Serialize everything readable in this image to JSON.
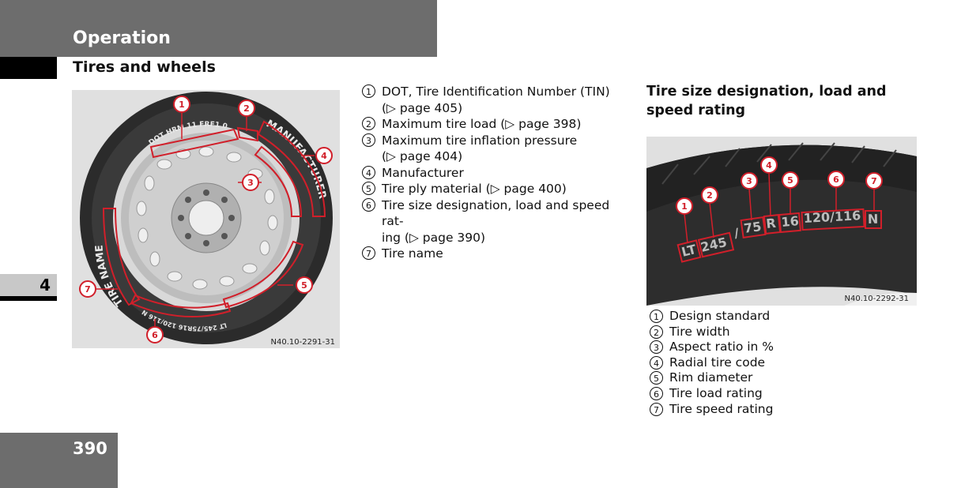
{
  "header": {
    "title": "Operation",
    "section_title": "Tires and wheels"
  },
  "chapter_tab": {
    "number": "4"
  },
  "footer": {
    "page_number": "390"
  },
  "figure_left": {
    "code": "N40.10-2291-31",
    "callouts": [
      "1",
      "2",
      "3",
      "4",
      "5",
      "6",
      "7"
    ],
    "sidewall_texts": {
      "dot": "DOT HRM 11 FRF1 0",
      "manufacturer": "MANUFACTURER",
      "tire_name": "TIRE NAME",
      "size": "LT 245/75R16 120/116 N"
    }
  },
  "left_list": [
    {
      "n": "1",
      "text": "DOT, Tire Identification Number (TIN)",
      "text2": "(▷ page 405)"
    },
    {
      "n": "2",
      "text": "Maximum tire load (▷ page 398)"
    },
    {
      "n": "3",
      "text": "Maximum tire inflation pressure",
      "text2": "(▷ page 404)"
    },
    {
      "n": "4",
      "text": "Manufacturer"
    },
    {
      "n": "5",
      "text": "Tire ply material (▷ page 400)"
    },
    {
      "n": "6",
      "text": "Tire size designation, load and speed rat-",
      "text2": "ing (▷ page 390)"
    },
    {
      "n": "7",
      "text": "Tire name"
    }
  ],
  "right": {
    "title": "Tire size designation, load and speed rating",
    "figure": {
      "code": "N40.10-2292-31",
      "segments": [
        "LT",
        "245",
        "/",
        "75",
        "R",
        "16",
        "120/116",
        "N"
      ],
      "callouts": [
        "1",
        "2",
        "3",
        "4",
        "5",
        "6",
        "7"
      ]
    },
    "list": [
      {
        "n": "1",
        "text": "Design standard"
      },
      {
        "n": "2",
        "text": "Tire width"
      },
      {
        "n": "3",
        "text": "Aspect ratio in %"
      },
      {
        "n": "4",
        "text": "Radial tire code"
      },
      {
        "n": "5",
        "text": "Rim diameter"
      },
      {
        "n": "6",
        "text": "Tire load rating"
      },
      {
        "n": "7",
        "text": "Tire speed rating"
      }
    ]
  },
  "colors": {
    "band": "#6d6d6d",
    "callout_red": "#d11f2a",
    "tire": "#2b2b2b",
    "figure_bg": "#e0e0e0"
  }
}
